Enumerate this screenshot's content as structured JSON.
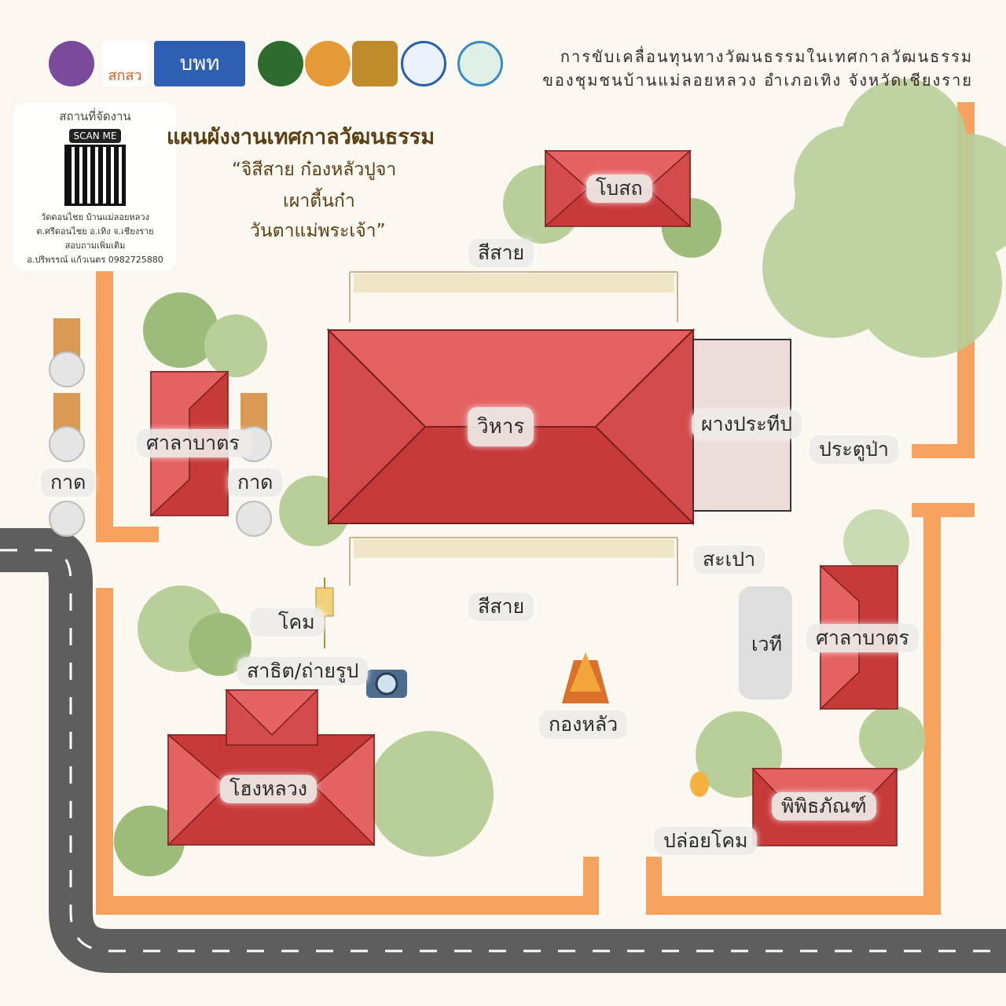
{
  "header": {
    "title_line1": "การขับเคลื่อนทุนทางวัฒนธรรมในเทศกาลวัฒนธรรม",
    "title_line2": "ของชุมชนบ้านแม่ลอยหลวง อำเภอเทิง จังหวัดเชียงราย",
    "logos": [
      {
        "name": "university-seal-logo",
        "color": "#6a3d8f"
      },
      {
        "name": "sksw-logo",
        "text": "สกสว",
        "color": "#d95a1b"
      },
      {
        "name": "bpmd-logo",
        "text": "บพท",
        "color": "#2e5fb0"
      },
      {
        "name": "school-seal-logo",
        "color": "#2d6b2e"
      },
      {
        "name": "monk-logo",
        "color": "#e59a37"
      },
      {
        "name": "temple-seal-logo",
        "color": "#c08b2a"
      },
      {
        "name": "tourism-logo",
        "color": "#2a5ea8"
      },
      {
        "name": "community-logo",
        "color": "#3a8bc2"
      }
    ]
  },
  "qr": {
    "caption": "สถานที่จัดงาน",
    "scan_label": "SCAN ME",
    "address_lines": [
      "วัดดอนไชย บ้านแม่ลอยหลวง",
      "ต.ศรีดอนไชย อ.เทิง จ.เชียงราย",
      "สอบถามเพิ่มเติม",
      "อ.ปริพรรณ์ แก้วเนตร 0982725880"
    ]
  },
  "title": {
    "main": "แผนผังงานเทศกาลวัฒนธรรม",
    "sub1": "“จิสีสาย ก๋องหลัวปูจา",
    "sub2": "เผาตี้นก๋า",
    "sub3": "วันตาแม่พระเจ้า”"
  },
  "places": {
    "bot": "โบสถ",
    "sisai_top": "สีสาย",
    "wihan": "วิหาร",
    "phang": "ผางประทีป",
    "pratu": "ประตูป่า",
    "sala_left": "ศาลาบาตร",
    "kad_left": "กาด",
    "kad_right": "กาด",
    "sapao": "สะเปา",
    "sisai_bottom": "สีสาย",
    "khom": "โคม",
    "satit": "สาธิต/ถ่ายรูป",
    "wethi": "เวที",
    "sala_right": "ศาลาบาตร",
    "konglua": "กองหลัว",
    "hong": "โฮงหลวง",
    "museum": "พิพิธภัณฑ์",
    "ploikhom": "ปล่อยโคม"
  },
  "colors": {
    "roof_light": "#e46262",
    "roof_dark": "#c73a3a",
    "wall": "#f5a35f",
    "road": "#5e5e5e",
    "tree": "#b9cf9a",
    "tree_dark": "#8fae6e"
  }
}
